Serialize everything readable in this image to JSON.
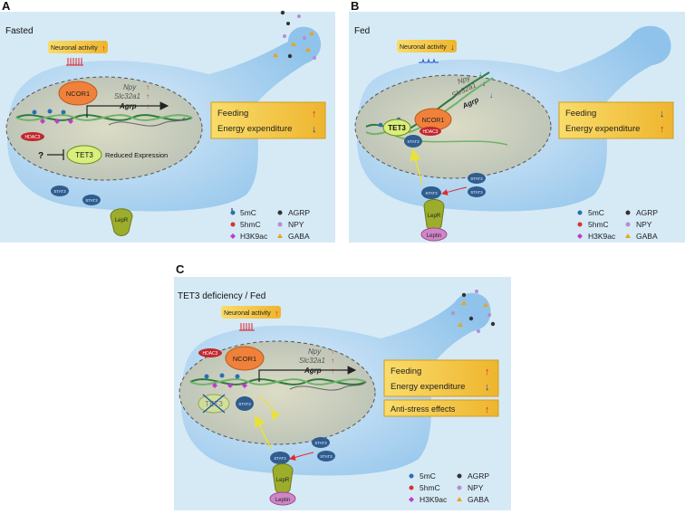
{
  "colors": {
    "panel_bg": "#d6eaf6",
    "cell_blue": "#9ccbee",
    "nucleus": "#cfd2b8",
    "box_yellow": "#f3c64a",
    "up_arrow": "#e12a2a",
    "down_arrow": "#1f3ea3",
    "ncor1": "#f0813a",
    "stat3": "#2f5d8e",
    "lepr": "#9cad2c",
    "leptin": "#cf86c6"
  },
  "panel_a": {
    "letter": "A",
    "condition": "Fasted",
    "neuronal_activity": "Neuronal activity",
    "ncor1": "NCOR1",
    "hdac": "HDAC3",
    "tet3": "TET3",
    "question": "?",
    "reduced_expression": "Reduced Expression",
    "genes": [
      "Npy",
      "Slc32a1",
      "Agrp"
    ],
    "stat3_1": "STAT3",
    "stat3_2": "STAT3",
    "lepr": "LepR",
    "feeding": "Feeding",
    "energy": "Energy expenditure"
  },
  "panel_b": {
    "letter": "B",
    "condition": "Fed",
    "neuronal_activity": "Neuronal activity",
    "ncor1": "NCOR1",
    "hdac": "HDAC3",
    "tet3": "TET3",
    "stat3_n": "STAT3",
    "genes": [
      "Npy",
      "Slc32a1",
      "Agrp"
    ],
    "stat3_1": "STAT3",
    "stat3_2": "STAT3",
    "stat3_m": "STAT3",
    "lepr": "LepR",
    "leptin": "Leptin",
    "feeding": "Feeding",
    "energy": "Energy expenditure"
  },
  "panel_c": {
    "letter": "C",
    "condition": "TET3 deficiency / Fed",
    "neuronal_activity": "Neuronal activity",
    "ncor1": "NCOR1",
    "hdac": "HDAC3",
    "tet3": "TET3",
    "stat3_n": "STAT3",
    "genes": [
      "Npy",
      "Slc32a1",
      "Agrp"
    ],
    "stat3_1": "STAT3",
    "stat3_2": "STAT3",
    "stat3_m": "STAT3",
    "lepr": "LepR",
    "leptin": "Leptin",
    "feeding": "Feeding",
    "energy": "Energy expenditure",
    "anti_stress": "Anti-stress effects"
  },
  "legend": {
    "5mC": "5mC",
    "5hmC": "5hmC",
    "H3K9ac": "H3K9ac",
    "AGRP": "AGRP",
    "NPY": "NPY",
    "GABA": "GABA"
  }
}
